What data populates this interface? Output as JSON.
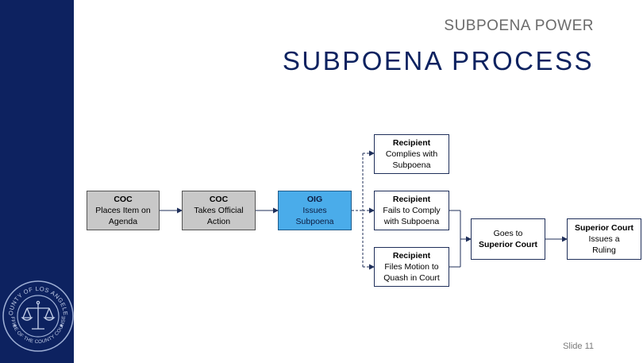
{
  "header": {
    "supertitle": "SUBPOENA POWER",
    "title": "SUBPOENA PROCESS"
  },
  "footer": {
    "slide_label": "Slide 11"
  },
  "seal": {
    "top_text": "COUNTY OF LOS ANGELES",
    "bottom_text": "OFFICE OF THE COUNTY COUNSEL",
    "icon": "scales-of-justice-icon"
  },
  "colors": {
    "sidebar": "#0d2260",
    "title": "#0d2260",
    "grey_box": "#c8c8c8",
    "blue_box": "#4aacea",
    "connector": "#1f2f5a"
  },
  "flow": {
    "coc_agenda": {
      "head": "COC",
      "line1": "Places Item on",
      "line2": "Agenda"
    },
    "coc_action": {
      "head": "COC",
      "line1": "Takes Official",
      "line2": "Action"
    },
    "oig": {
      "head": "OIG",
      "line1": "Issues",
      "line2": "Subpoena"
    },
    "complies": {
      "head": "Recipient",
      "line1": "Complies with",
      "line2": "Subpoena"
    },
    "fails": {
      "head": "Recipient",
      "line1": "Fails to Comply",
      "line2": "with Subpoena"
    },
    "quash": {
      "head": "Recipient",
      "line1": "Files Motion to",
      "line2": "Quash in Court"
    },
    "goes": {
      "line1": "Goes to",
      "bold": "Superior Court"
    },
    "ruling": {
      "head": "Superior Court",
      "line1": "Issues a",
      "line2": "Ruling"
    }
  }
}
